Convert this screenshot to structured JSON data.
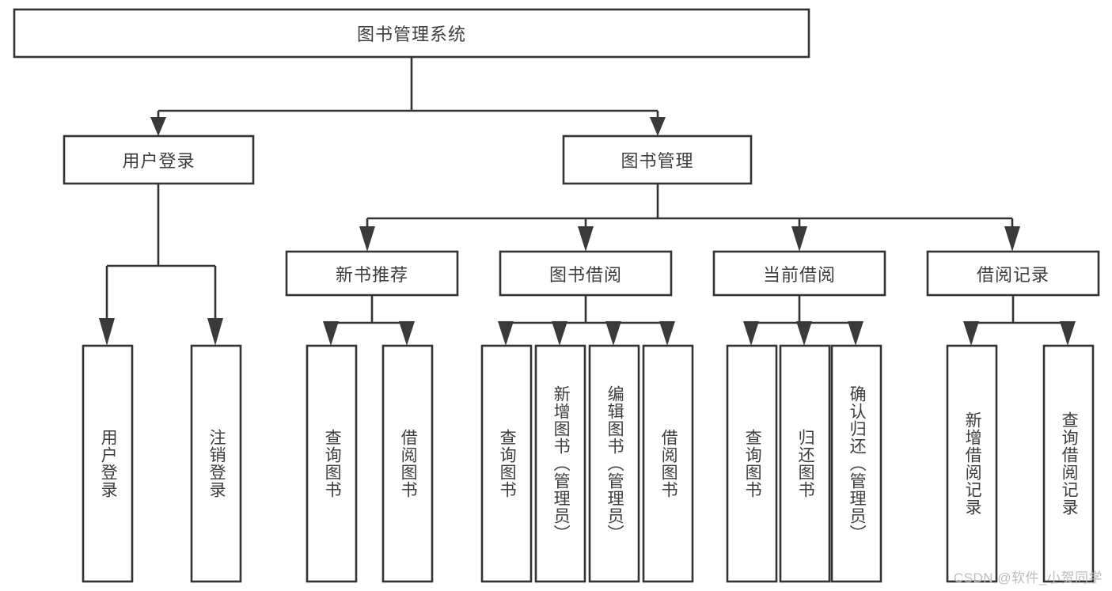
{
  "diagram": {
    "type": "tree-hierarchy",
    "title": "图书管理系统",
    "watermark": "CSDN @软件_小贺同学",
    "colors": {
      "box_stroke": "#333333",
      "box_fill": "#ffffff",
      "text": "#3d3d3d",
      "arrow": "#3a3a3a",
      "background": "#ffffff",
      "watermark": "#bdbdbd"
    },
    "levels": {
      "root": {
        "id": "root",
        "label": "图书管理系统",
        "orientation": "horizontal"
      },
      "level1": [
        {
          "id": "user-login",
          "label": "用户登录",
          "orientation": "horizontal"
        },
        {
          "id": "book-management",
          "label": "图书管理",
          "orientation": "horizontal"
        }
      ],
      "level2": [
        {
          "id": "new-book-recommend",
          "label": "新书推荐",
          "orientation": "horizontal",
          "parent": "book-management"
        },
        {
          "id": "book-borrow",
          "label": "图书借阅",
          "orientation": "horizontal",
          "parent": "book-management"
        },
        {
          "id": "current-borrow",
          "label": "当前借阅",
          "orientation": "horizontal",
          "parent": "book-management"
        },
        {
          "id": "borrow-record",
          "label": "借阅记录",
          "orientation": "horizontal",
          "parent": "book-management"
        }
      ],
      "leaves": [
        {
          "id": "leaf-user-login",
          "label": "用户登录",
          "orientation": "vertical",
          "parent": "user-login"
        },
        {
          "id": "leaf-user-logout",
          "label": "注销登录",
          "orientation": "vertical",
          "parent": "user-login"
        },
        {
          "id": "leaf-query-book-1",
          "label": "查询图书",
          "orientation": "vertical",
          "parent": "new-book-recommend"
        },
        {
          "id": "leaf-borrow-book-1",
          "label": "借阅图书",
          "orientation": "vertical",
          "parent": "new-book-recommend"
        },
        {
          "id": "leaf-query-book-2",
          "label": "查询图书",
          "orientation": "vertical",
          "parent": "book-borrow"
        },
        {
          "id": "leaf-add-book",
          "label": "新增图书（管理员）",
          "orientation": "vertical",
          "parent": "book-borrow"
        },
        {
          "id": "leaf-edit-book",
          "label": "编辑图书（管理员）",
          "orientation": "vertical",
          "parent": "book-borrow"
        },
        {
          "id": "leaf-borrow-book-2",
          "label": "借阅图书",
          "orientation": "vertical",
          "parent": "book-borrow"
        },
        {
          "id": "leaf-query-book-3",
          "label": "查询图书",
          "orientation": "vertical",
          "parent": "current-borrow"
        },
        {
          "id": "leaf-return-book",
          "label": "归还图书",
          "orientation": "vertical",
          "parent": "current-borrow"
        },
        {
          "id": "leaf-confirm-return",
          "label": "确认归还（管理员）",
          "orientation": "vertical",
          "parent": "current-borrow"
        },
        {
          "id": "leaf-add-record",
          "label": "新增借阅记录",
          "orientation": "vertical",
          "parent": "borrow-record"
        },
        {
          "id": "leaf-query-record",
          "label": "查询借阅记录",
          "orientation": "vertical",
          "parent": "borrow-record"
        }
      ]
    }
  }
}
